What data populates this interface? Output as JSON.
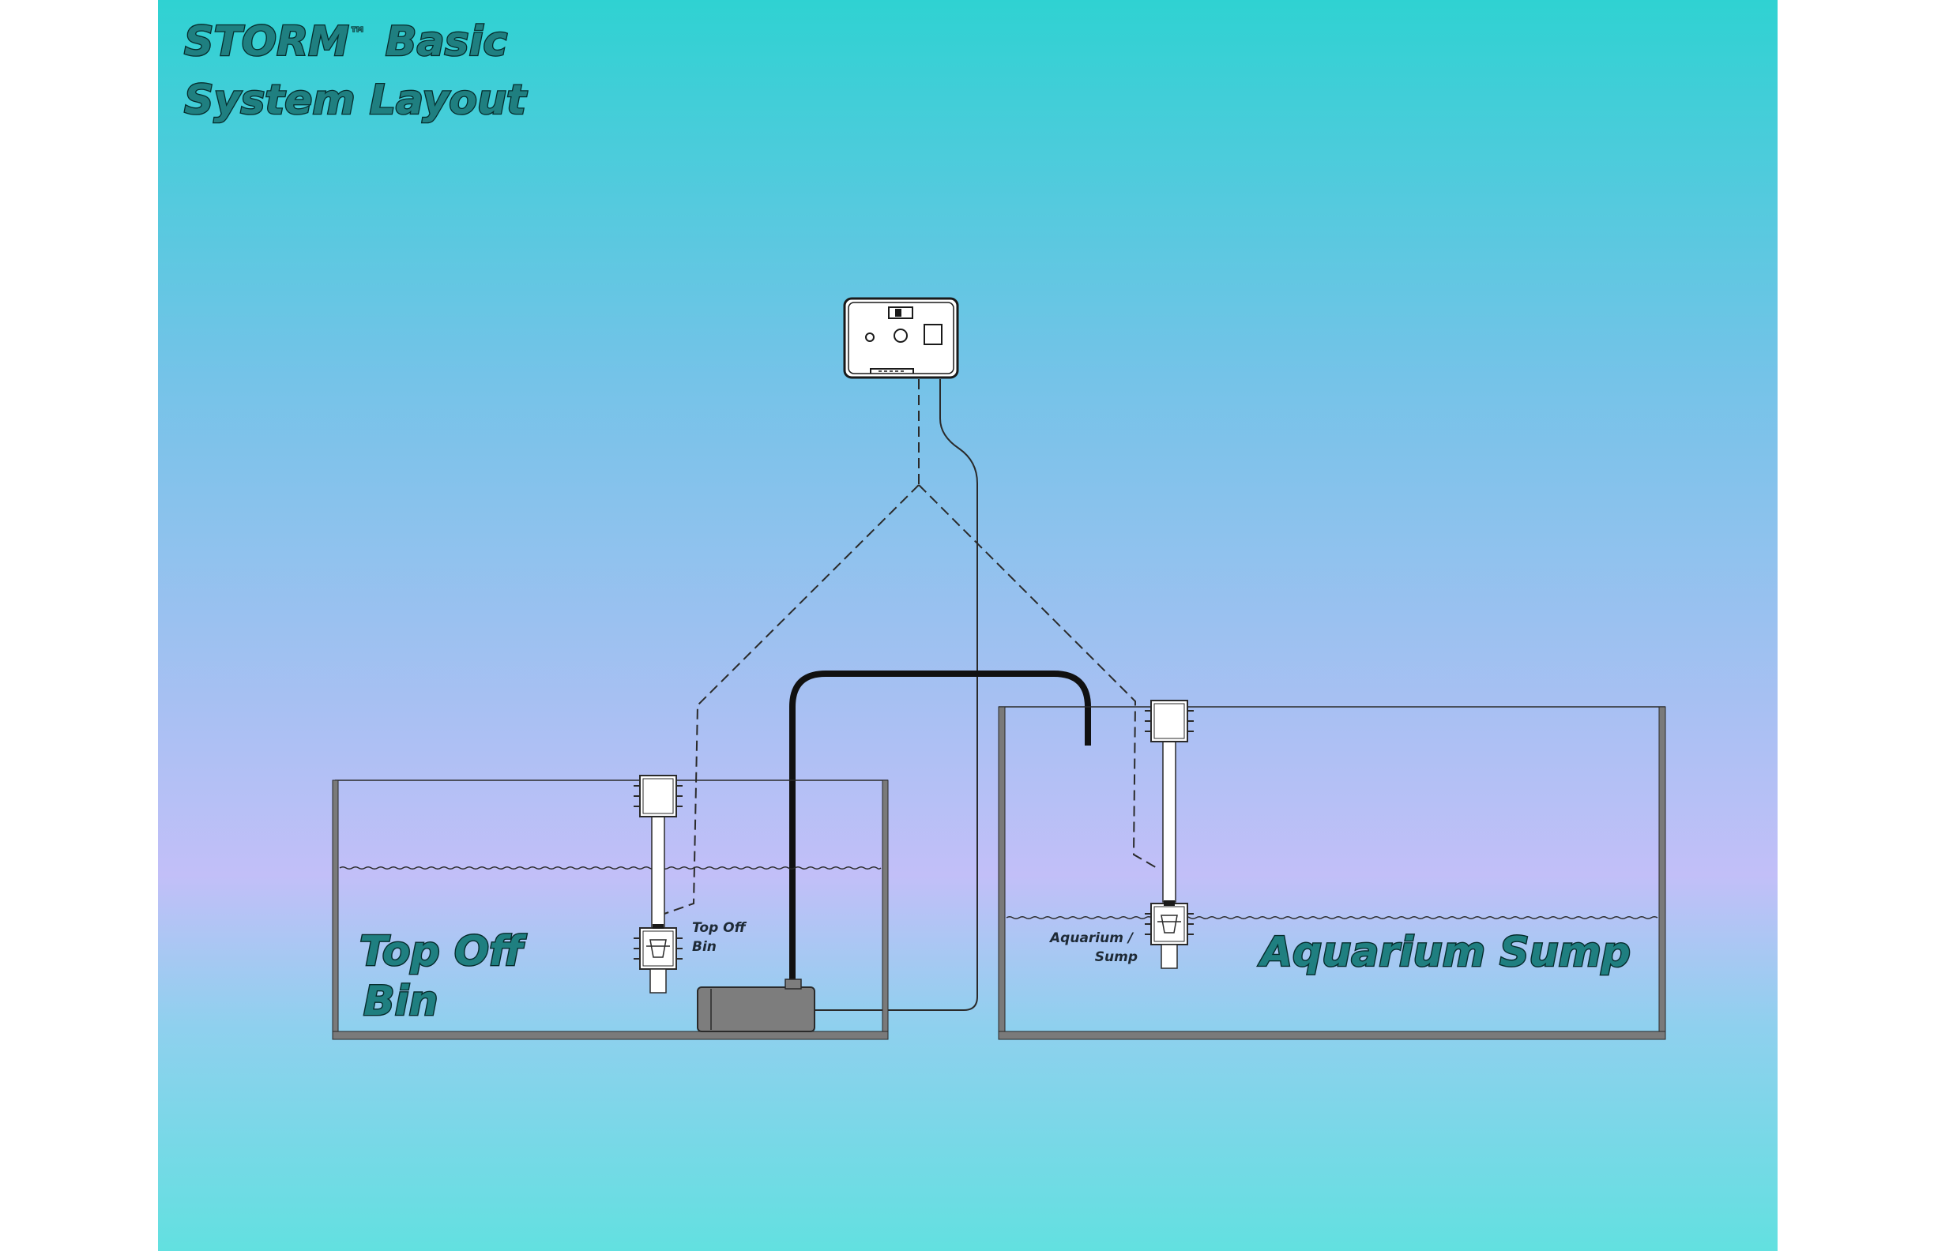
{
  "title": {
    "brand": "STORM",
    "trademark": "™",
    "edition": "Basic",
    "line2": "System Layout"
  },
  "tanks": {
    "top_off": {
      "label_line1": "Top Off",
      "label_line2": "Bin",
      "sensor_label_line1": "Top Off",
      "sensor_label_line2": "Bin"
    },
    "sump": {
      "label": "Aquarium Sump",
      "sensor_label_line1": "Aquarium /",
      "sensor_label_line2": "Sump"
    }
  },
  "colors": {
    "background_top": "#2fd2d2",
    "background_mid": "#c2bff8",
    "background_bottom": "#62e0e0",
    "margin": "#ffffff",
    "label_fill": "#1f7f80",
    "label_outline": "#062c2c",
    "line": "#2a2a2a",
    "pump": "#7d7d7d",
    "tank_wall": "#7a7a7a"
  },
  "icons": [
    "controller-unit-icon",
    "float-sensor-icon",
    "pump-icon"
  ]
}
